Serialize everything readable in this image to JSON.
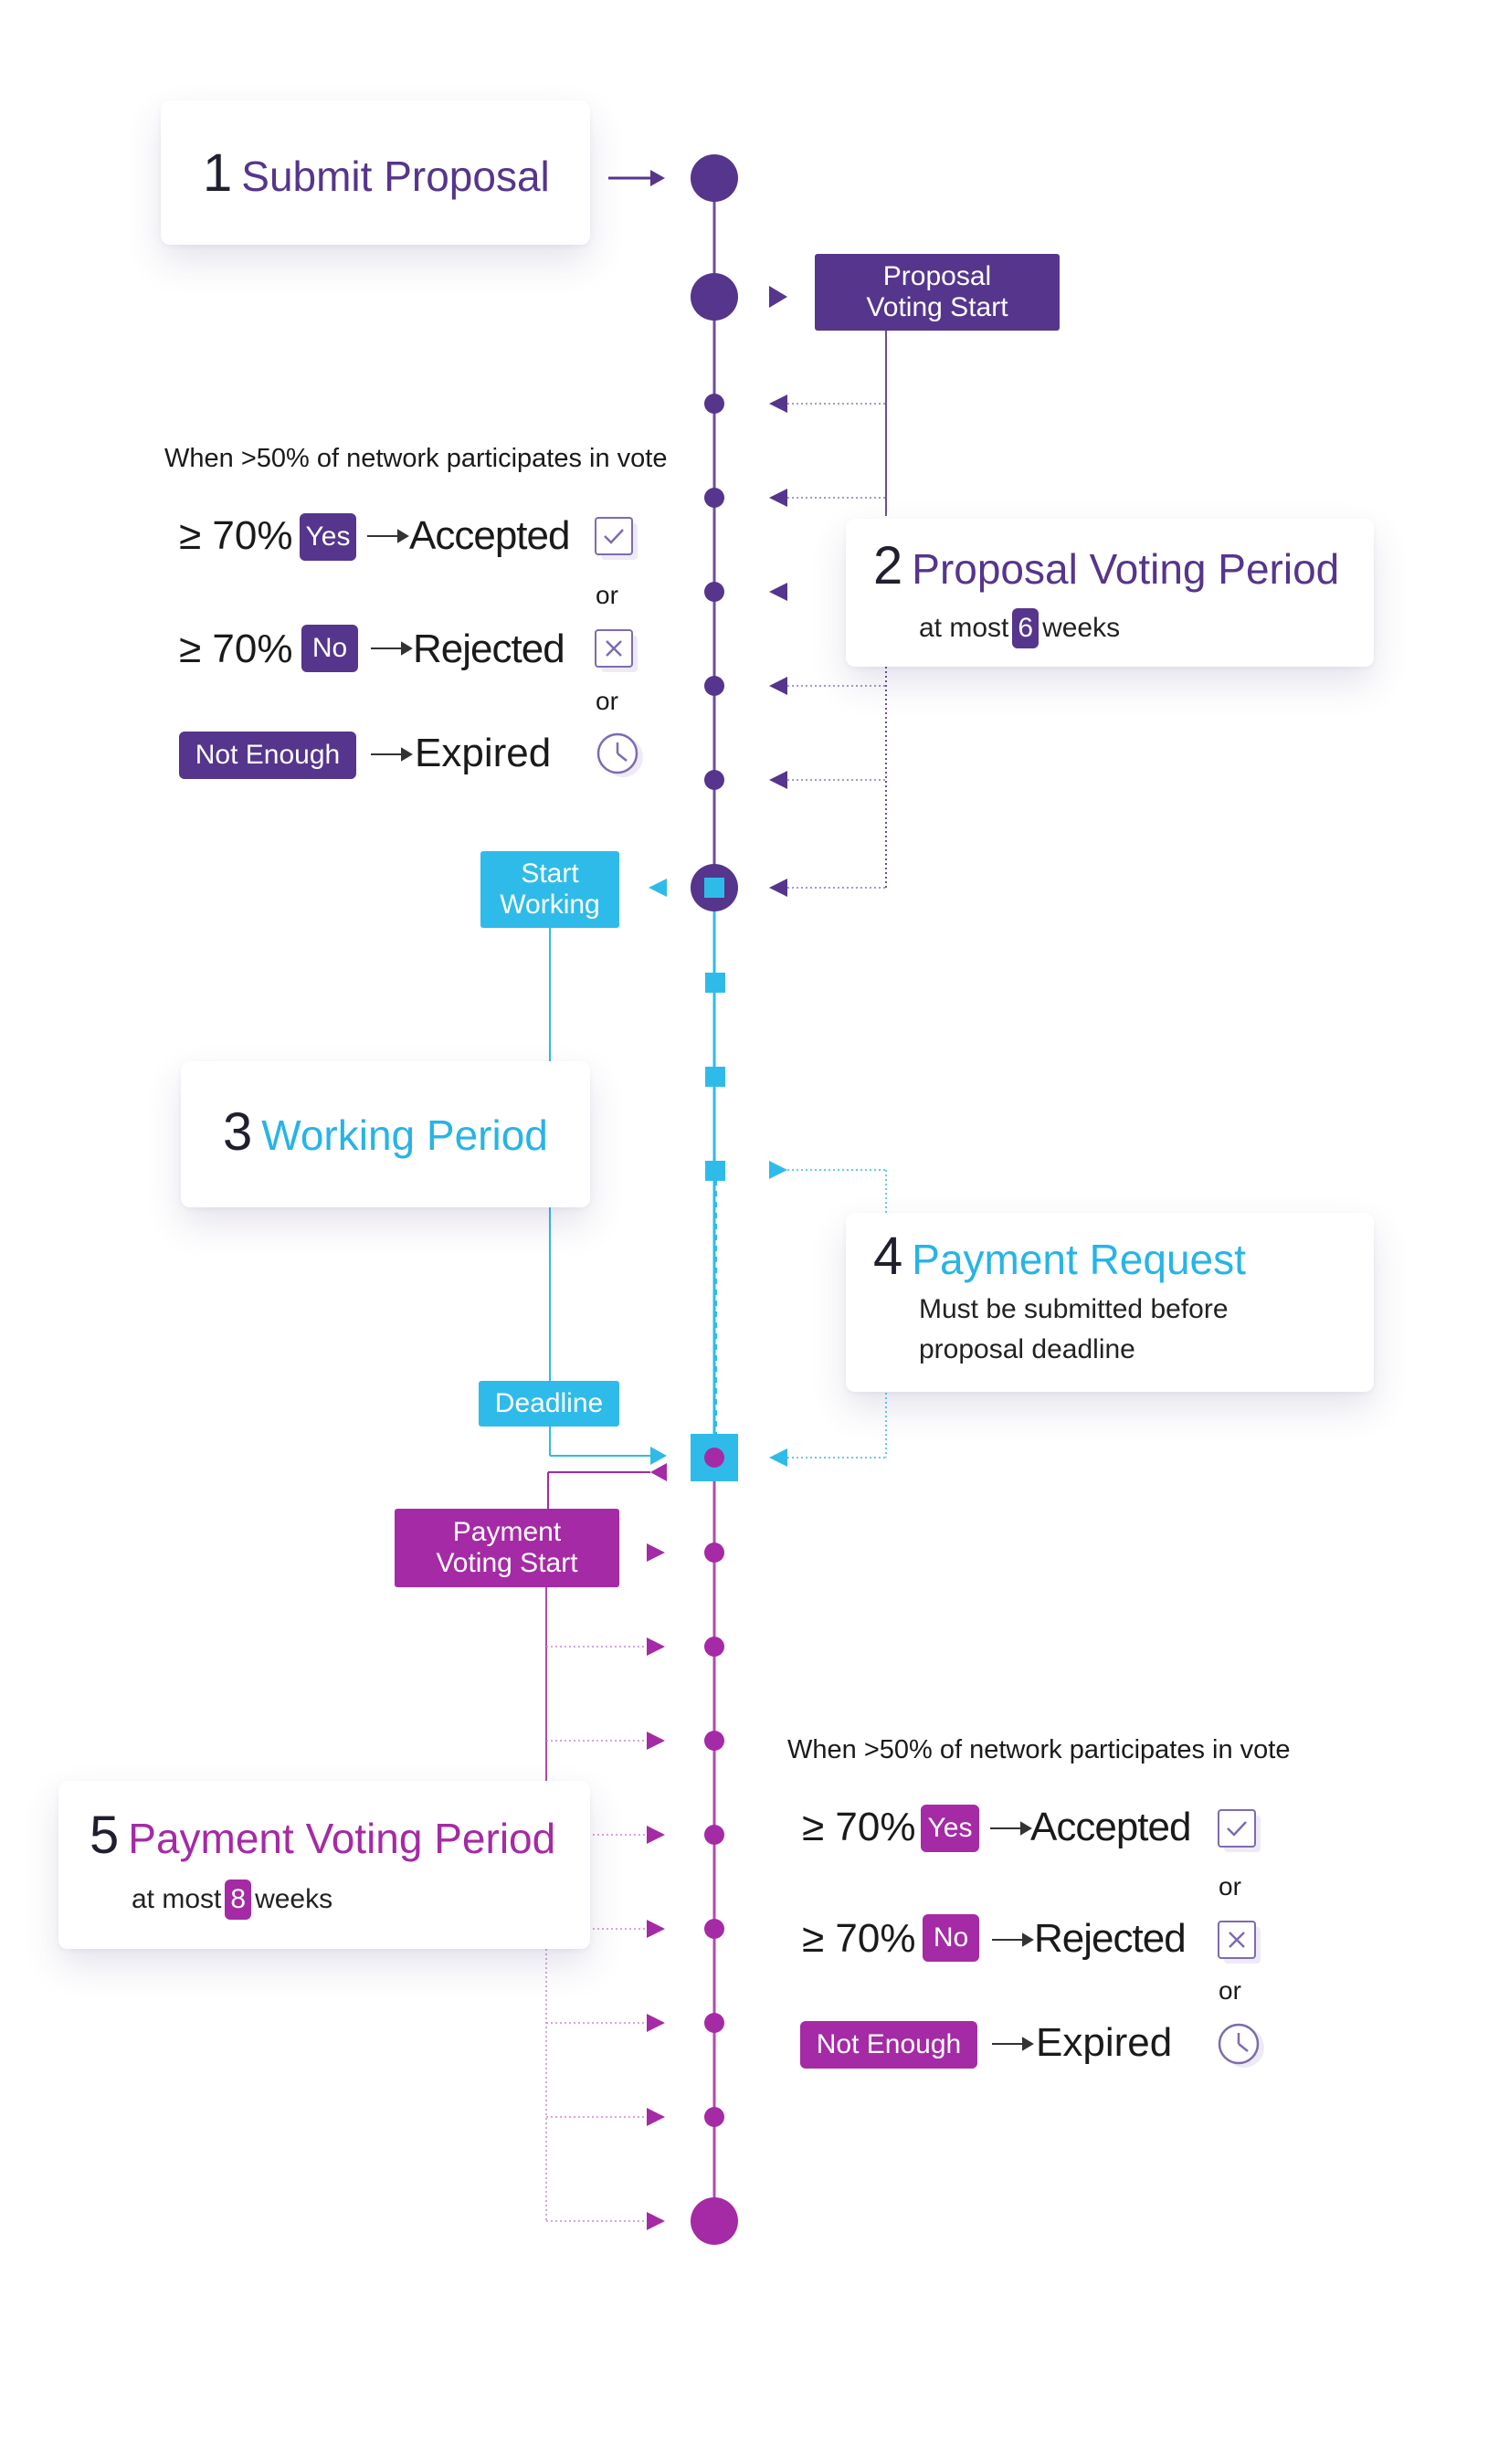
{
  "stages": {
    "submit": {
      "number": "1",
      "title": "Submit Proposal"
    },
    "proposal_voting": {
      "number": "2",
      "title": "Proposal Voting Period",
      "prefix": "at most",
      "value": "6",
      "suffix": "weeks"
    },
    "working": {
      "number": "3",
      "title": "Working Period"
    },
    "payment_request": {
      "number": "4",
      "title": "Payment Request",
      "line1": "Must be submitted before",
      "line2": "proposal deadline"
    },
    "payment_voting": {
      "number": "5",
      "title": "Payment Voting Period",
      "prefix": "at most",
      "value": "8",
      "suffix": "weeks"
    }
  },
  "markers": {
    "proposal_voting_start": [
      "Proposal",
      "Voting Start"
    ],
    "start_working": [
      "Start",
      "Working"
    ],
    "deadline": "Deadline",
    "payment_voting_start": [
      "Payment",
      "Voting Start"
    ]
  },
  "rules_proposal": {
    "condition": "When >50% of network participates in vote",
    "rows": [
      {
        "pct": "≥ 70%",
        "tag": "Yes",
        "outcome": "Accepted",
        "icon": "check-icon"
      },
      {
        "pct": "≥ 70%",
        "tag": "No",
        "outcome": "Rejected",
        "icon": "x-icon"
      },
      {
        "pct": "",
        "tag": "Not Enough",
        "outcome": "Expired",
        "icon": "clock-icon"
      }
    ],
    "or": "or"
  },
  "rules_payment": {
    "condition": "When >50% of network participates in vote",
    "rows": [
      {
        "pct": "≥ 70%",
        "tag": "Yes",
        "outcome": "Accepted",
        "icon": "check-icon"
      },
      {
        "pct": "≥ 70%",
        "tag": "No",
        "outcome": "Rejected",
        "icon": "x-icon"
      },
      {
        "pct": "",
        "tag": "Not Enough",
        "outcome": "Expired",
        "icon": "clock-icon"
      }
    ],
    "or": "or"
  },
  "colors": {
    "purple": "#56358c",
    "cyan": "#2fbbea",
    "magenta": "#a52aa5"
  }
}
